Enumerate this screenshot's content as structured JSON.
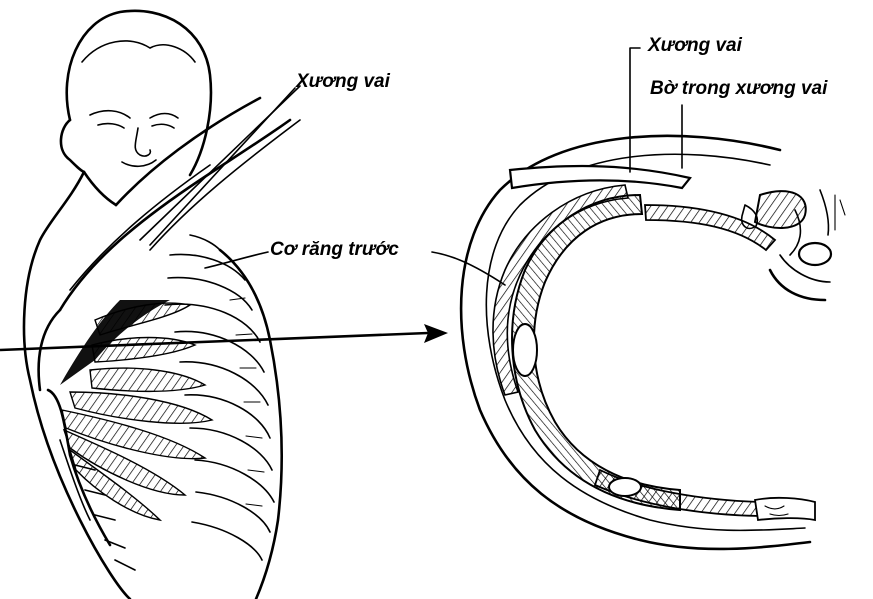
{
  "labels": {
    "left_clavicle": "Xương vai",
    "serratus_anterior": "Cơ răng trước",
    "right_clavicle": "Xương vai",
    "medial_border": "Bờ trong xương vai"
  }
}
